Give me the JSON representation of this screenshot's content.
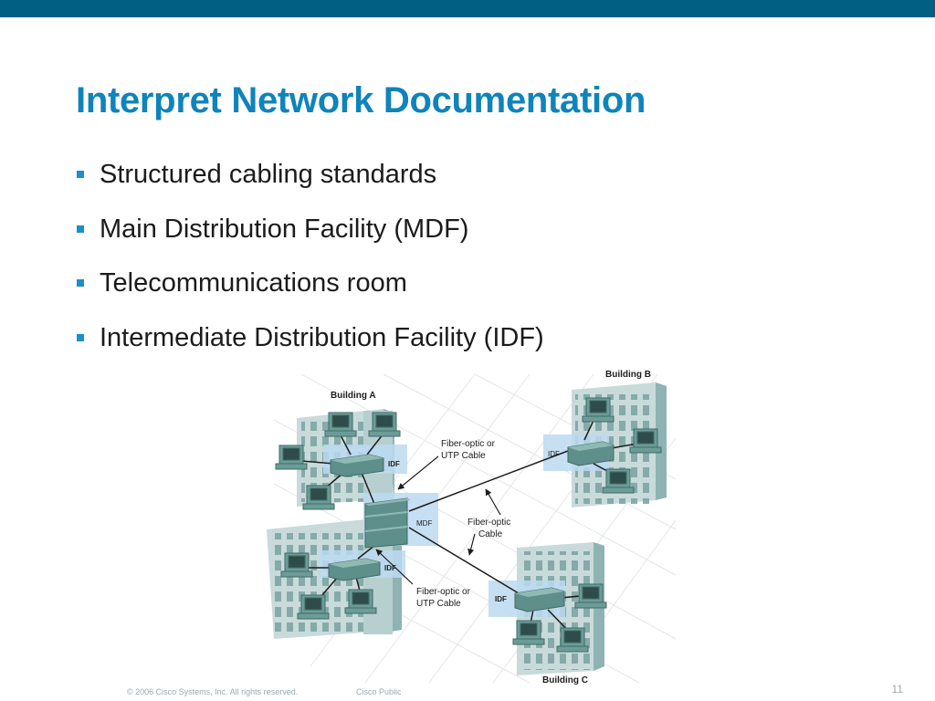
{
  "header": {
    "bar_color": "#015f83"
  },
  "title": "Interpret Network Documentation",
  "bullets": [
    "Structured cabling standards",
    "Main Distribution Facility (MDF)",
    "Telecommunications room",
    "Intermediate Distribution Facility (IDF)"
  ],
  "diagram": {
    "buildings": {
      "a": "Building A",
      "b": "Building B",
      "c": "Building C"
    },
    "rooms": {
      "mdf": "MDF",
      "idf": "IDF"
    },
    "annotations": {
      "top_cable_line1": "Fiber-optic or",
      "top_cable_line2": "UTP Cable",
      "fiber_line1": "Fiber-optic",
      "fiber_line2": "Cable",
      "bottom_cable_line1": "Fiber-optic or",
      "bottom_cable_line2": "UTP Cable"
    }
  },
  "footer": {
    "copyright": "© 2006 Cisco Systems, Inc. All rights reserved.",
    "classification": "Cisco Public",
    "page_number": "11"
  },
  "colors": {
    "title": "#0e84bb",
    "bullet": "#1a8fcb",
    "building": "#a7c3c3",
    "room_highlight": "#bcd9f1"
  }
}
